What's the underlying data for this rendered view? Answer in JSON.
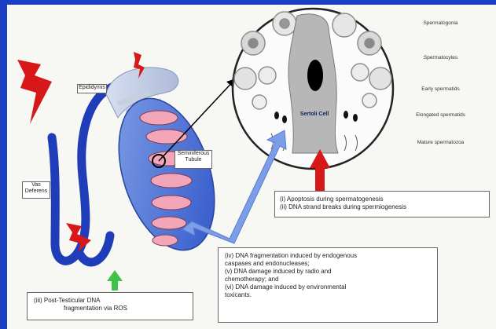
{
  "labels": {
    "epididymis": "Epididymis",
    "vas_deferens": "Vas Deferens",
    "seminiferous_tubule": "Seminiferous Tubule",
    "sertoli_cell": "Sertoli Cell"
  },
  "stages": [
    "Spermatogonia",
    "Spermatocytes",
    "Early spermatids",
    "Elongated spermatids",
    "Mature spermatozoa"
  ],
  "box_testicular": {
    "line1": "(i)   Apoptosis during spermatogenesis",
    "line2": "(ii)  DNA strand breaks during spermiogenesis"
  },
  "box_post": {
    "line1": "(iii)   Post-Testicular DNA",
    "line2": "fragmentation via ROS"
  },
  "box_fragmentation": {
    "line1": "(iv) DNA fragmentation induced by endogenous",
    "line2": "caspases and endonucleases;",
    "line3": "(v) DNA damage induced by radio and",
    "line4": "chemotherapy; and",
    "line5": "(vi) DNA damage induced by environmental",
    "line6": "toxicants."
  },
  "colors": {
    "frame": "#1a3fc4",
    "vas": "#1f3db8",
    "tubule": "#f2a6b8",
    "arrow_red": "#d81818",
    "arrow_green": "#3ec24a",
    "arrow_blue": "#7c9ee6"
  }
}
